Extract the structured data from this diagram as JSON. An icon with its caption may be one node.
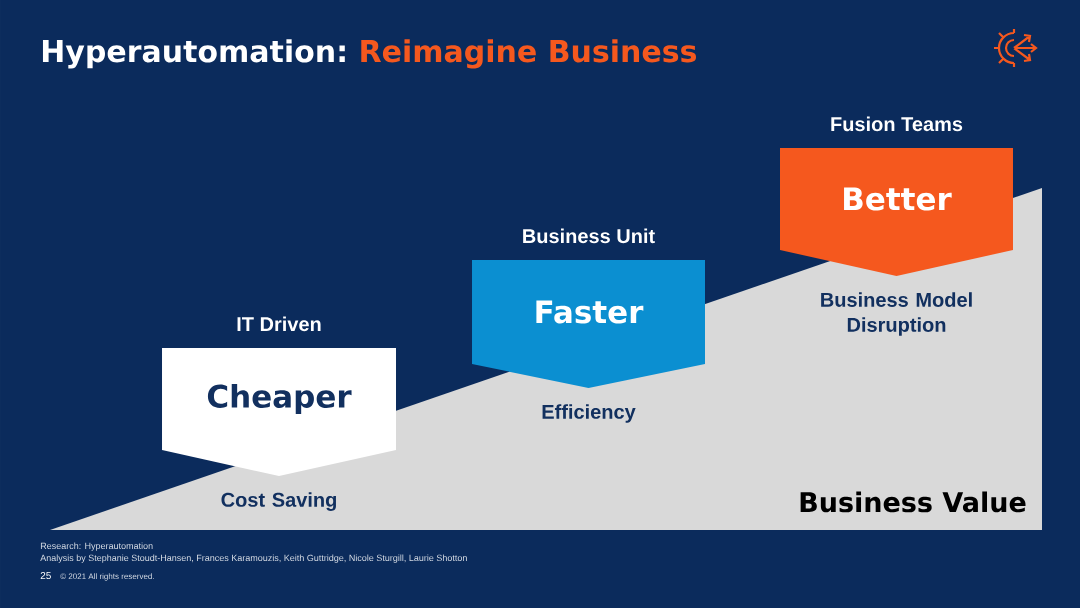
{
  "diagram": {
    "title": "Hyperautomation:",
    "nodes": [
      {
        "text": [
          "IT Driven",
          "Cheaper"
        ],
        "beside": [
          "Cost Saving"
        ]
      },
      {
        "text": [
          "Business Unit",
          "Faster"
        ],
        "beside": [
          "Efficiency"
        ]
      },
      {
        "text": [
          "Fusion Teams",
          "Better"
        ],
        "beside": [
          "Business Model Disruption"
        ]
      }
    ],
    "labels": [
      "Reimagine Business",
      "Business Value",
      "Research: Hyperautomation",
      "Analysis by Stephanie Stoudt-Hansen, Frances Karamouzis, Keith Guttridge, Nicole Sturgill, Laurie Shotton",
      "25",
      "© 2021 All rights reserved."
    ]
  }
}
